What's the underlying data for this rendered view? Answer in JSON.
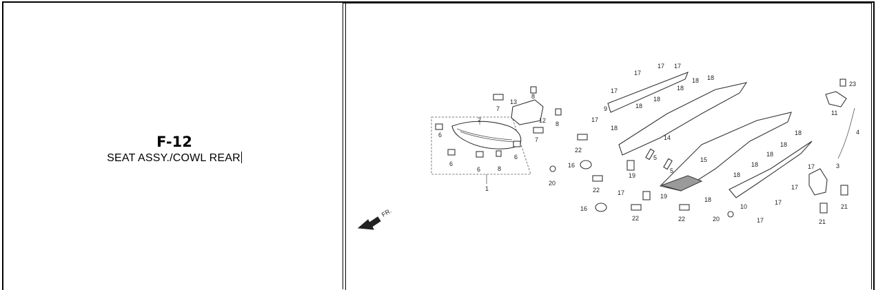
{
  "header": {
    "code": "F-12",
    "name": "SEAT ASSY./COWL REAR"
  },
  "diagram": {
    "direction_label": "FR.",
    "callouts": [
      {
        "id": "c-1",
        "label": "1"
      },
      {
        "id": "c-2",
        "label": "2"
      },
      {
        "id": "c-3",
        "label": "3"
      },
      {
        "id": "c-4",
        "label": "4"
      },
      {
        "id": "c-5a",
        "label": "5"
      },
      {
        "id": "c-5b",
        "label": "5"
      },
      {
        "id": "c-6a",
        "label": "6"
      },
      {
        "id": "c-6b",
        "label": "6"
      },
      {
        "id": "c-6c",
        "label": "6"
      },
      {
        "id": "c-6d",
        "label": "6"
      },
      {
        "id": "c-7a",
        "label": "7"
      },
      {
        "id": "c-7b",
        "label": "7"
      },
      {
        "id": "c-8a",
        "label": "8"
      },
      {
        "id": "c-8b",
        "label": "8"
      },
      {
        "id": "c-8c",
        "label": "8"
      },
      {
        "id": "c-9",
        "label": "9"
      },
      {
        "id": "c-10",
        "label": "10"
      },
      {
        "id": "c-11",
        "label": "11"
      },
      {
        "id": "c-12",
        "label": "12"
      },
      {
        "id": "c-13",
        "label": "13"
      },
      {
        "id": "c-14",
        "label": "14"
      },
      {
        "id": "c-15",
        "label": "15"
      },
      {
        "id": "c-16a",
        "label": "16"
      },
      {
        "id": "c-16b",
        "label": "16"
      },
      {
        "id": "c-17a",
        "label": "17"
      },
      {
        "id": "c-17b",
        "label": "17"
      },
      {
        "id": "c-17c",
        "label": "17"
      },
      {
        "id": "c-17d",
        "label": "17"
      },
      {
        "id": "c-17e",
        "label": "17"
      },
      {
        "id": "c-17f",
        "label": "17"
      },
      {
        "id": "c-17g",
        "label": "17"
      },
      {
        "id": "c-17h",
        "label": "17"
      },
      {
        "id": "c-17i",
        "label": "17"
      },
      {
        "id": "c-17j",
        "label": "17"
      },
      {
        "id": "c-18a",
        "label": "18"
      },
      {
        "id": "c-18b",
        "label": "18"
      },
      {
        "id": "c-18c",
        "label": "18"
      },
      {
        "id": "c-18d",
        "label": "18"
      },
      {
        "id": "c-18e",
        "label": "18"
      },
      {
        "id": "c-18f",
        "label": "18"
      },
      {
        "id": "c-18g",
        "label": "18"
      },
      {
        "id": "c-18h",
        "label": "18"
      },
      {
        "id": "c-18i",
        "label": "18"
      },
      {
        "id": "c-18j",
        "label": "18"
      },
      {
        "id": "c-18k",
        "label": "18"
      },
      {
        "id": "c-18l",
        "label": "18"
      },
      {
        "id": "c-19a",
        "label": "19"
      },
      {
        "id": "c-19b",
        "label": "19"
      },
      {
        "id": "c-20a",
        "label": "20"
      },
      {
        "id": "c-20b",
        "label": "20"
      },
      {
        "id": "c-21a",
        "label": "21"
      },
      {
        "id": "c-21b",
        "label": "21"
      },
      {
        "id": "c-22a",
        "label": "22"
      },
      {
        "id": "c-22b",
        "label": "22"
      },
      {
        "id": "c-22c",
        "label": "22"
      },
      {
        "id": "c-22d",
        "label": "22"
      },
      {
        "id": "c-23",
        "label": "23"
      }
    ]
  }
}
